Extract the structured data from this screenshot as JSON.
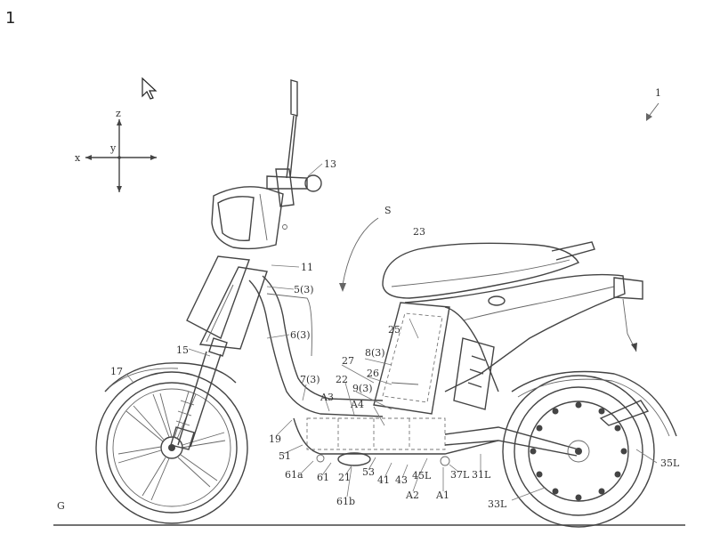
{
  "page_number": "1",
  "axis": {
    "x": "x",
    "y": "y",
    "z": "z"
  },
  "labels": {
    "l1": "1",
    "l13": "13",
    "lS": "S",
    "l23": "23",
    "l11": "11",
    "l5_3": "5(3)",
    "l6_3": "6(3)",
    "l25": "25",
    "l15": "15",
    "l17": "17",
    "l8_3": "8(3)",
    "l27": "27",
    "l26": "26",
    "l7_3": "7(3)",
    "l22": "22",
    "l9_3": "9(3)",
    "lA3": "A3",
    "lA4": "A4",
    "l19": "19",
    "l51": "51",
    "l61a": "61a",
    "l61": "61",
    "l21": "21",
    "l53": "53",
    "l41": "41",
    "l43": "43",
    "l45L": "45L",
    "l37L": "37L",
    "l31L": "31L",
    "l35L": "35L",
    "lA2": "A2",
    "lA1": "A1",
    "l61b": "61b",
    "l33L": "33L",
    "lG": "G"
  }
}
